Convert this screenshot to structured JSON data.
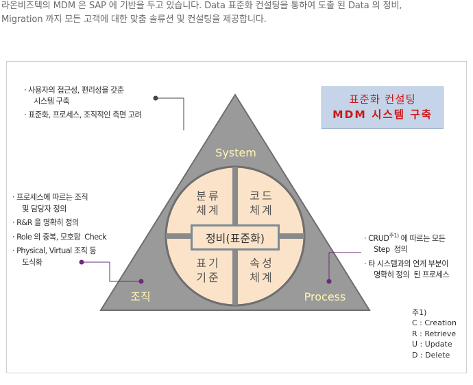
{
  "intro": {
    "line1": "라온비즈텍의 MDM 은 SAP 에 기반을 두고 있습니다. Data 표준화 컨설팅을 통하여 도출 된 Data 의 정비,",
    "line2": "Migration 까지 모든 고객에 대한  맞춤 솔류션 및 컨설팅을 제공합니다."
  },
  "title_box": {
    "line1": "표준화 컨설팅",
    "line2": "MDM 시스템 구축"
  },
  "triangle": {
    "top_label": "System",
    "left_label": "조직",
    "right_label": "Process",
    "center_label": "정비(표준화)",
    "quadrants": [
      {
        "line1": "분류",
        "line2": "체계"
      },
      {
        "line1": "코드",
        "line2": "체계"
      },
      {
        "line1": "표기",
        "line2": "기준"
      },
      {
        "line1": "속성",
        "line2": "체계"
      }
    ]
  },
  "notes": {
    "system": [
      {
        "text": "· 사용자의 접근성, 편리성을 갖춘"
      },
      {
        "text": "  시스템 구축"
      },
      {
        "text": "· 표준화, 프로세스, 조직적인 측면 고려"
      }
    ],
    "org": [
      {
        "text": "· 프로세스에 따르는 조직"
      },
      {
        "text": "  및 담당자 정의"
      },
      {
        "text": "· R&R 을 명확히 정의"
      },
      {
        "text": "· Role 의 중복, 모호함  Check"
      },
      {
        "text": "· Physical, Virtual 조직 등"
      },
      {
        "text": "  도식화"
      }
    ],
    "process": {
      "crud_prefix": "· CRUD",
      "crud_sup": "주1)",
      "crud_suffix": " 에 따르는 모든",
      "lines": [
        {
          "text": "  Step  정의"
        },
        {
          "text": "· 타 시스템과의 연계 부분이"
        },
        {
          "text": "  명확히 정의  된 프로세스"
        }
      ]
    }
  },
  "legend": {
    "title": "주1)",
    "items": [
      "C : Creation",
      "R : Retrieve",
      "U : Update",
      "D : Delete"
    ]
  },
  "colors": {
    "triangle_fill": "#9a9a9a",
    "triangle_stroke": "#6e6e6e",
    "circle_fill": "#fbe3c9",
    "divider": "#8a8a8a",
    "center_box": "#7b8a93",
    "connector": "#6a2a7e",
    "frame": "#cfcfcf"
  }
}
